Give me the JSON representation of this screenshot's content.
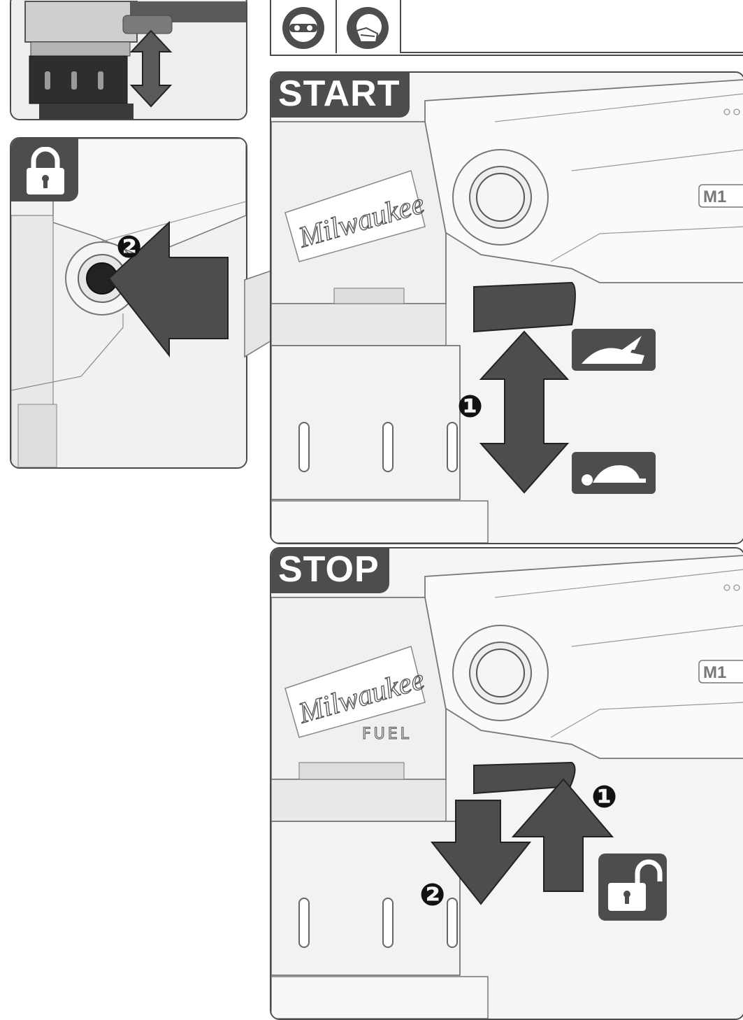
{
  "start_panel": {
    "label": "START"
  },
  "stop_panel": {
    "label": "STOP"
  },
  "step_numbers": {
    "lock_step": "❷",
    "start_step": "❶",
    "stop_step_1": "❶",
    "stop_step_2": "❷"
  },
  "brand": {
    "logo": "Milwaukee",
    "product_line": "FUEL",
    "model_mark": "M1"
  },
  "icons": {
    "ppe": [
      "eye-protection-icon",
      "dust-mask-icon"
    ],
    "lock": "padlock-closed-icon",
    "unlock": "padlock-open-icon",
    "fast": "rabbit-icon",
    "slow": "turtle-icon"
  },
  "colors": {
    "dark_gray": "#4d4d4d",
    "panel_gray": "#f3f3f3",
    "outline": "#4a4a4a"
  }
}
